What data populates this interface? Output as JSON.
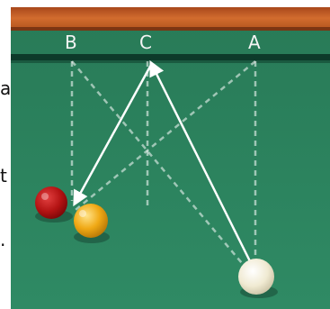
{
  "photo": {
    "labels": {
      "b": "B",
      "c": "C",
      "a": "A"
    },
    "colors": {
      "felt": "#2f8a64",
      "felt_dark": "#256f50",
      "rail_wood": "#c9642a",
      "cushion": "#0d3a2a",
      "red_ball": "#c01818",
      "yellow_ball": "#f2b21a",
      "white_ball": "#f1ecd6",
      "lines": "#ffffff"
    }
  },
  "margin_text": {
    "a": "a",
    "t": "t",
    "dot": "."
  }
}
